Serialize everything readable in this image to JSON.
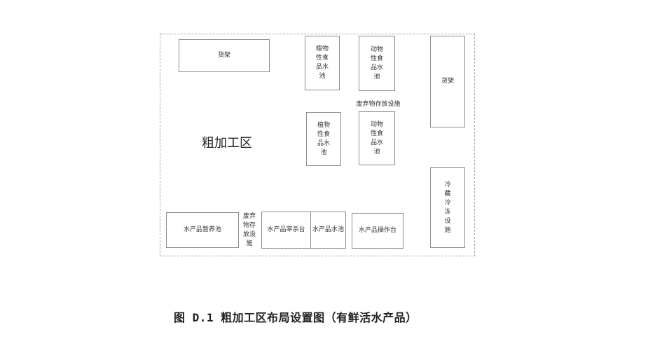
{
  "diagram": {
    "zone_label": "粗加工区",
    "caption": "图 D.1  粗加工区布局设置图（有鲜活水产品）",
    "rooms": {
      "shelf_top": "货架",
      "plant_sink_1": "植物性食品水池",
      "animal_sink_1": "动物性食品水池",
      "waste_mid": "废弃物存放设施",
      "plant_sink_2": "植物性食品水池",
      "animal_sink_2": "动物性食品水池",
      "shelf_right": "货架",
      "cold_storage": "冷藏冷冻设施",
      "aquatic_holding": "水产品暂养池",
      "waste_bottom": "废弃物存放设施",
      "aquatic_slaughter": "水产品宰杀台",
      "aquatic_sink": "水产品水池",
      "aquatic_work": "水产品操作台"
    }
  }
}
